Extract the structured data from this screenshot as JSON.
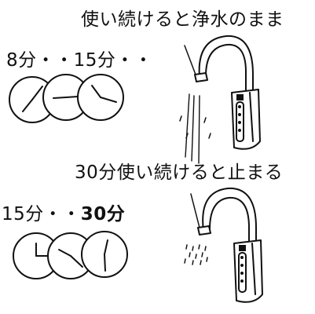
{
  "scene1": {
    "caption": "使い続けると浄水のまま",
    "time_label": "8分・・15分・・"
  },
  "scene2": {
    "caption": "30分使い続けると止まる",
    "time_label_prefix": "15分・・",
    "time_label_emphasis": "30分"
  }
}
